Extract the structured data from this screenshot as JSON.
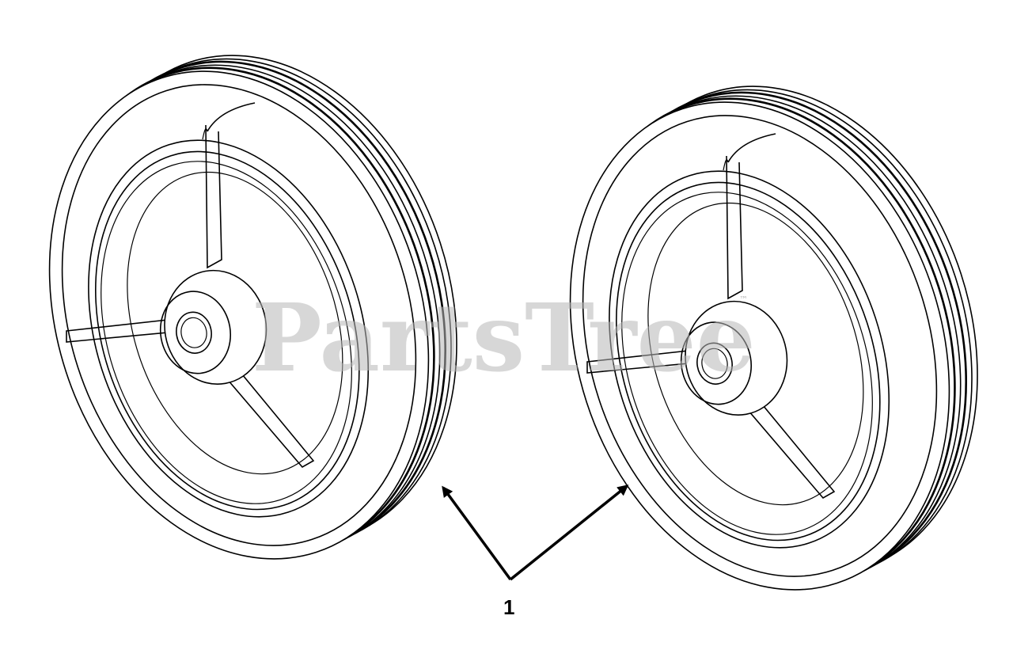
{
  "watermark": {
    "text": "PartsTree",
    "mark": "™"
  },
  "callout": {
    "label": "1"
  },
  "parts": [
    {
      "name": "wheel-left"
    },
    {
      "name": "wheel-right"
    }
  ]
}
